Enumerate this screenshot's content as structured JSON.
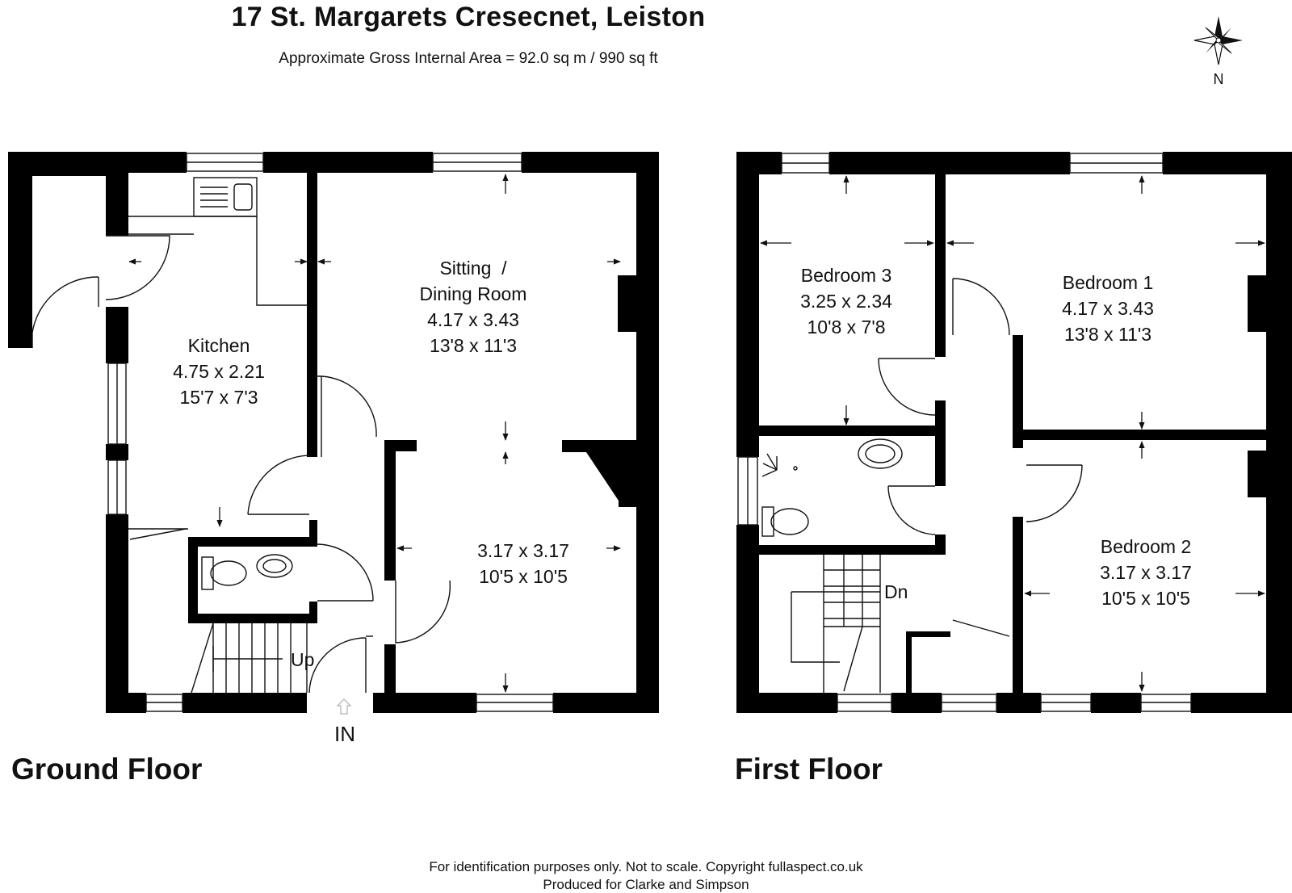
{
  "header": {
    "title": "17 St. Margarets Cresecnet, Leiston",
    "area": "Approximate Gross Internal Area = 92.0 sq m / 990 sq ft"
  },
  "compass": {
    "label": "N",
    "icon": "compass-rose-icon"
  },
  "ground_floor": {
    "label": "Ground Floor",
    "rooms": [
      {
        "name": "Kitchen",
        "metric": "4.75 x 2.21",
        "imperial": "15'7 x 7'3"
      },
      {
        "name_line1": "Sitting  /",
        "name_line2": "Dining Room",
        "metric": "4.17 x 3.43",
        "imperial": "13'8 x 11'3"
      },
      {
        "metric": "3.17 x 3.17",
        "imperial": "10'5 x 10'5"
      }
    ],
    "stairs_label": "Up",
    "entrance_label": "IN"
  },
  "first_floor": {
    "label": "First Floor",
    "rooms": [
      {
        "name": "Bedroom 3",
        "metric": "3.25 x 2.34",
        "imperial": "10'8 x 7'8"
      },
      {
        "name": "Bedroom 1",
        "metric": "4.17 x 3.43",
        "imperial": "13'8 x 11'3"
      },
      {
        "name": "Bedroom 2",
        "metric": "3.17 x 3.17",
        "imperial": "10'5 x 10'5"
      }
    ],
    "stairs_label": "Dn"
  },
  "footer": {
    "line1": "For identification purposes only. Not to scale. Copyright fullaspect.co.uk",
    "line2": "Produced for Clarke and Simpson"
  }
}
